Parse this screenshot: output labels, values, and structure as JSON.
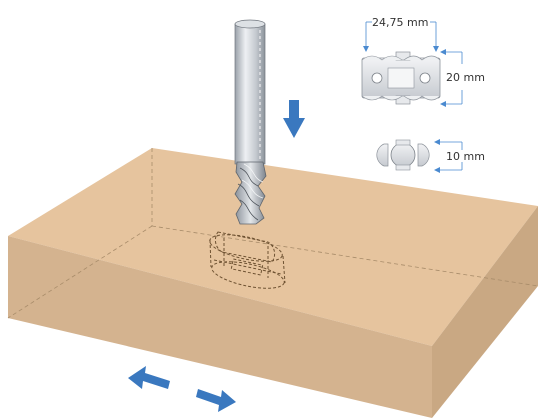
{
  "diagram": {
    "dimensions": {
      "width_label": "24,75 mm",
      "height_label": "20 mm",
      "depth_label": "10 mm"
    },
    "colors": {
      "wood_top": "#e6c49e",
      "wood_front": "#d4b38f",
      "wood_side": "#c9a883",
      "arrow_blue": "#3a78bf",
      "dim_line": "#4a8ad0"
    },
    "icons": {
      "feed_arrow": "arrow-down-icon",
      "motion_arrows": "double-arrow-icon"
    }
  }
}
